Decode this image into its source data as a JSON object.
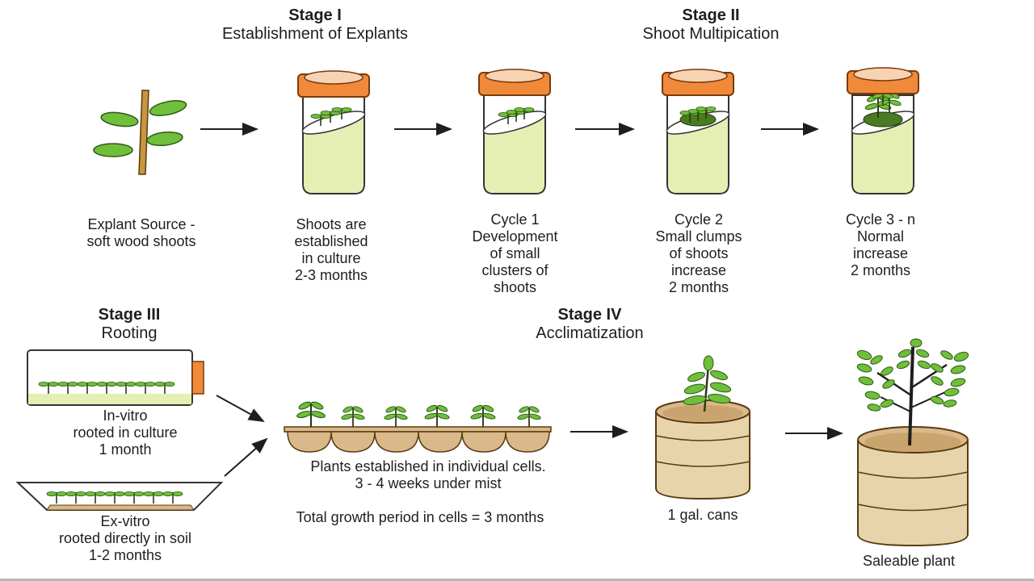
{
  "stages": {
    "stage1": {
      "title": "Stage I",
      "subtitle": "Establishment of Explants"
    },
    "stage2": {
      "title": "Stage II",
      "subtitle": "Shoot Multipication"
    },
    "stage3": {
      "title": "Stage III",
      "subtitle": "Rooting"
    },
    "stage4": {
      "title": "Stage IV",
      "subtitle": "Acclimatization"
    }
  },
  "captions": {
    "explant_source": "Explant Source -\nsoft wood shoots",
    "established": "Shoots are\nestablished\nin culture\n2-3 months",
    "cycle1": "Cycle 1\nDevelopment\nof small\nclusters of\nshoots",
    "cycle2": "Cycle 2\nSmall clumps\nof shoots\nincrease\n2 months",
    "cycle3": "Cycle 3 - n\nNormal\nincrease\n2 months",
    "in_vitro": "In-vitro\nrooted in culture\n1 month",
    "ex_vitro": "Ex-vitro\nrooted directly in soil\n1-2 months",
    "cells": "Plants established in individual cells.\n3 - 4 weeks under mist",
    "total": "Total growth period in cells = 3 months",
    "cans": "1 gal. cans",
    "saleable": "Saleable plant"
  },
  "colors": {
    "cap": "#f08a3a",
    "medium": "#e5efb4",
    "leaf": "#6fbf3a",
    "soil": "#d9b98a",
    "stem": "#c8963c"
  },
  "icons": [
    "explant-stem-icon",
    "culture-tube-icon",
    "arrow-icon",
    "rooting-box-icon",
    "soil-tray-icon",
    "cell-tray-icon",
    "pot-icon",
    "saleable-plant-icon"
  ]
}
